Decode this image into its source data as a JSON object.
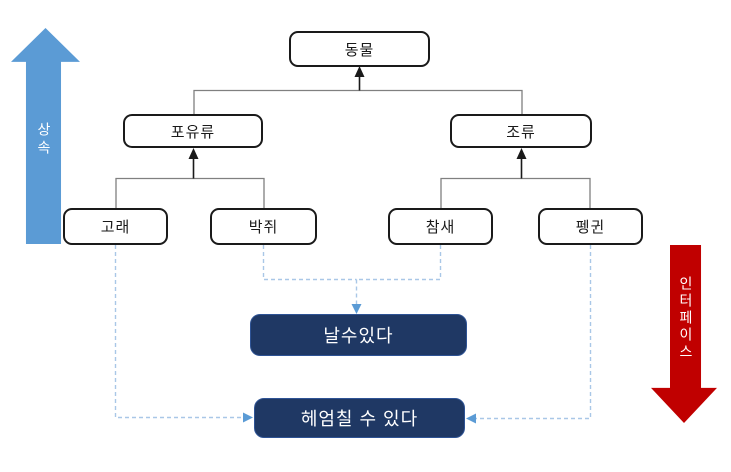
{
  "diagram": {
    "nodes": {
      "animal": "동물",
      "mammal": "포유류",
      "bird": "조류",
      "whale": "고래",
      "bat": "박쥐",
      "sparrow": "참새",
      "penguin": "펭귄"
    },
    "interfaces": {
      "fly": "날수있다",
      "swim": "헤엄칠 수 있다"
    },
    "arrows": {
      "inheritance_label": "상속",
      "interface_label": "인터페이스"
    },
    "colors": {
      "inheritance_arrow": "#5B9BD5",
      "interface_arrow": "#C00000",
      "interface_box_bg": "#1F3864",
      "interface_box_text": "#FFFFFF",
      "node_bg": "#FFFFFF",
      "node_border": "#1A1A1A",
      "tree_line": "#808080",
      "tree_arrow": "#1A1A1A",
      "dashed_line": "#A9C7E7",
      "dashed_arrow": "#5B9BD5"
    }
  }
}
